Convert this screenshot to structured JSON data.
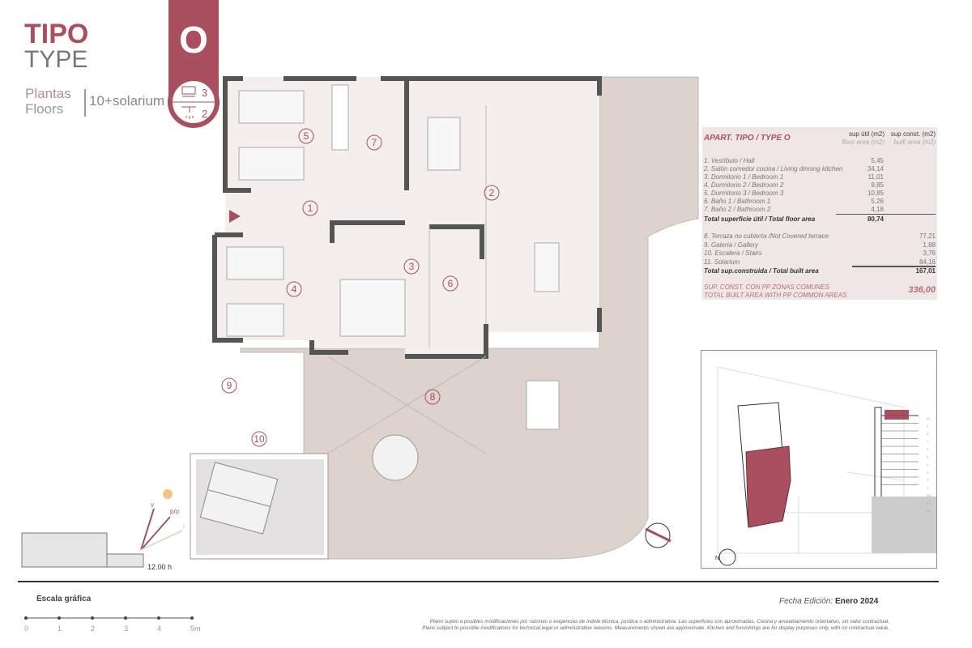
{
  "header": {
    "tipo": "TIPO",
    "type": "TYPE",
    "letter": "O",
    "plantas": "Plantas",
    "floors": "Floors",
    "floors_value": "10+solarium",
    "bedrooms": "3",
    "bathrooms": "2",
    "bedroom_icon": "bed-icon",
    "bathroom_icon": "shower-icon"
  },
  "plan": {
    "rooms": [
      "1",
      "2",
      "3",
      "4",
      "5",
      "6",
      "7",
      "8",
      "9",
      "10"
    ],
    "sun_labels": [
      "v",
      "p/o",
      "i"
    ],
    "section_time": "12.00 h"
  },
  "table": {
    "title": "APART. TIPO / TYPE O",
    "col1": "sup útil (m2)",
    "col1_sub": "floor area (m2)",
    "col2": "sup const. (m2)",
    "col2_sub": "built area (m2)",
    "rows": [
      {
        "label": "1. Vestíbulo / Hall",
        "v": "5,45"
      },
      {
        "label": "2. Salón comedor cocina / Living dinning kitchen",
        "v": "34,14"
      },
      {
        "label": "3. Dormitorio 1 / Bedroom 1",
        "v": "11,01"
      },
      {
        "label": "4. Dormitorio 2 / Bedroom 2",
        "v": "9,85"
      },
      {
        "label": "5. Dormitorio 3 / Bedroom 3",
        "v": "10,85"
      },
      {
        "label": "6. Baño 1 / Bathroom 1",
        "v": "5,26"
      },
      {
        "label": "7. Baño 2 / Bathroom 2",
        "v": "4,18"
      }
    ],
    "total_floor_label": "Total superficie útil / Total floor area",
    "total_floor": "80,74",
    "rows2": [
      {
        "label": "8. Terraza no cubierta /Not Covered terrace",
        "v": "77,21"
      },
      {
        "label": "9. Galería / Gallery",
        "v": "1,88"
      },
      {
        "label": "10. Escalera / Stairs",
        "v": "3,76"
      },
      {
        "label": "11. Solarium",
        "v": "84,16"
      }
    ],
    "total_built_label": "Total sup.construida / Total built area",
    "total_built": "167,01",
    "common_es": "SUP. CONST. CON PP ZONAS COMUNES",
    "common_en": "TOTAL BUILT AREA WITH PP COMMON AREAS",
    "common_value": "336,00"
  },
  "keyplan": {
    "floor_labels": [
      "10",
      "9",
      "8",
      "7",
      "6",
      "5",
      "4",
      "3",
      "2",
      "1",
      "MZ",
      "S1",
      "S2"
    ],
    "north": "N"
  },
  "footer": {
    "scale_title": "Escala gráfica",
    "scale_ticks": [
      "0",
      "1",
      "2",
      "3",
      "4",
      "5m"
    ],
    "fecha_label": "Fecha Edición:",
    "fecha_value": "Enero 2024",
    "disclaimer_es": "Plano sujeto a posibles modificaciones por razones o exigencias de índole técnica, jurídica o administrativa. Las superficies son aproximadas. Cocina y amueblamiento orientativo, sin valor contractual.",
    "disclaimer_en": "Plans subject to possible modifications for technical,legal or administrative reasons. Measurements shown are approximate. Kitchen and furnishings are for display purposes only, with no contractual value."
  },
  "colors": {
    "accent": "#a94f5f",
    "terrace": "#ddd3cc",
    "interior": "#f4eeec",
    "table_bg": "#efe7e6"
  }
}
